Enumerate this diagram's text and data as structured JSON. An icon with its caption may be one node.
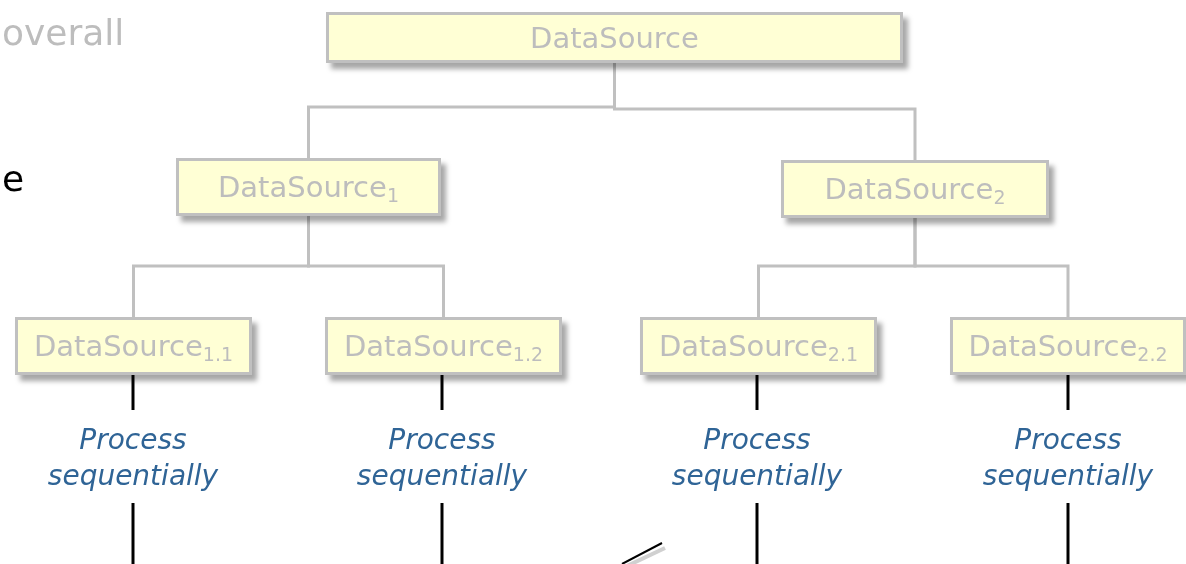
{
  "diagram": {
    "nodes": [
      {
        "text": [
          "DataSource"
        ]
      },
      {
        "text": [
          "DataSource$_{1}$"
        ]
      },
      {
        "text": [
          "DataSource$_{2}$"
        ]
      },
      {
        "text": [
          "DataSource$_{1.1}$"
        ]
      },
      {
        "text": [
          "DataSource$_{1.2}$"
        ]
      },
      {
        "text": [
          "DataSource$_{2.1}$"
        ]
      },
      {
        "text": [
          "DataSource$_{2.2}$"
        ]
      },
      {
        "text": [
          "Process sequentially"
        ]
      },
      {
        "text": [
          "Process sequentially"
        ]
      },
      {
        "text": [
          "Process sequentially"
        ]
      },
      {
        "text": [
          "Process sequentially"
        ]
      }
    ],
    "edges": [
      {
        "from": 0,
        "to": 1,
        "arrow": "none",
        "color": "#c0c0c0"
      },
      {
        "from": 0,
        "to": 2,
        "arrow": "none",
        "color": "#c0c0c0"
      },
      {
        "from": 1,
        "to": 3,
        "arrow": "none",
        "color": "#c0c0c0"
      },
      {
        "from": 1,
        "to": 4,
        "arrow": "none",
        "color": "#c0c0c0"
      },
      {
        "from": 2,
        "to": 5,
        "arrow": "none",
        "color": "#c0c0c0"
      },
      {
        "from": 2,
        "to": 6,
        "arrow": "none",
        "color": "#c0c0c0"
      },
      {
        "from": 3,
        "to": 7,
        "arrow": "none"
      },
      {
        "from": 4,
        "to": 8,
        "arrow": "none"
      },
      {
        "from": 5,
        "to": 9,
        "arrow": "none"
      },
      {
        "from": 6,
        "to": 10,
        "arrow": "none"
      },
      {
        "from": 7,
        "to": null,
        "arrow": "none"
      },
      {
        "from": 8,
        "to": null,
        "arrow": "none"
      },
      {
        "from": 9,
        "to": null,
        "arrow": "none"
      },
      {
        "from": 10,
        "to": null,
        "arrow": "none"
      }
    ],
    "labels": [
      "overall",
      "e"
    ]
  }
}
